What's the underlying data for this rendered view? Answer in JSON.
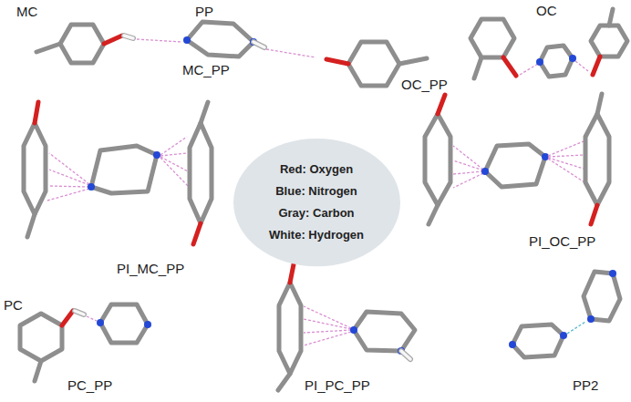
{
  "diagram": {
    "nodes": [
      {
        "text": [
          "Red: Oxygen",
          "Blue: Nitrogen",
          "Gray: Carbon",
          "White: Hydrogen"
        ]
      }
    ],
    "labels": [
      "MC",
      "PP",
      "MC_PP",
      "OC",
      "OC_PP",
      "PI_MC_PP",
      "PI_OC_PP",
      "PC",
      "PC_PP",
      "PI_PC_PP",
      "PP2"
    ]
  }
}
